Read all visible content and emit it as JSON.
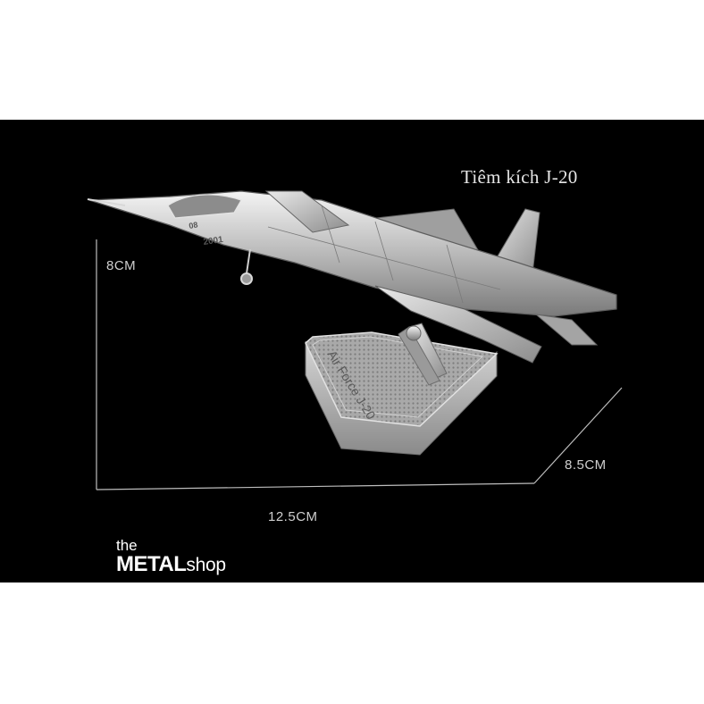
{
  "product": {
    "title": "Tiêm kích J-20",
    "base_inscription": "Air Force J-20",
    "hull_numbers": [
      "2001",
      "08"
    ]
  },
  "dimensions": {
    "height": "8CM",
    "width": "12.5CM",
    "depth": "8.5CM"
  },
  "brand": {
    "prefix": "the",
    "main": "METAL",
    "suffix": "shop"
  },
  "colors": {
    "background": "#000000",
    "page": "#ffffff",
    "metal": "#c8c8c8",
    "dimension_lines": "#bdbdbd"
  }
}
